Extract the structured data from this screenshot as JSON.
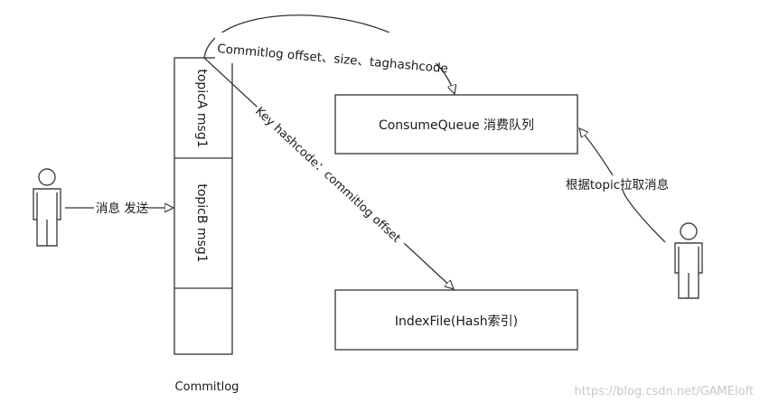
{
  "labels": {
    "commitlog_offset_edge": "Commitlog offset、size、taghashcode",
    "consume_queue": "ConsumeQueue 消费队列",
    "index_file": "IndexFile(Hash索引)",
    "key_hashcode_edge": "Key hashcode：commitlog offset",
    "pull_by_topic": "根据topic拉取消息",
    "send_message": "消息 发送",
    "topic_a_msg": "topicA msg1",
    "topic_b_msg": "topicB msg1",
    "commitlog": "Commitlog"
  },
  "watermark": "https://blog.csdn.net/GAMEloft",
  "icons": {
    "producer": "person-icon",
    "consumer": "person-icon"
  }
}
